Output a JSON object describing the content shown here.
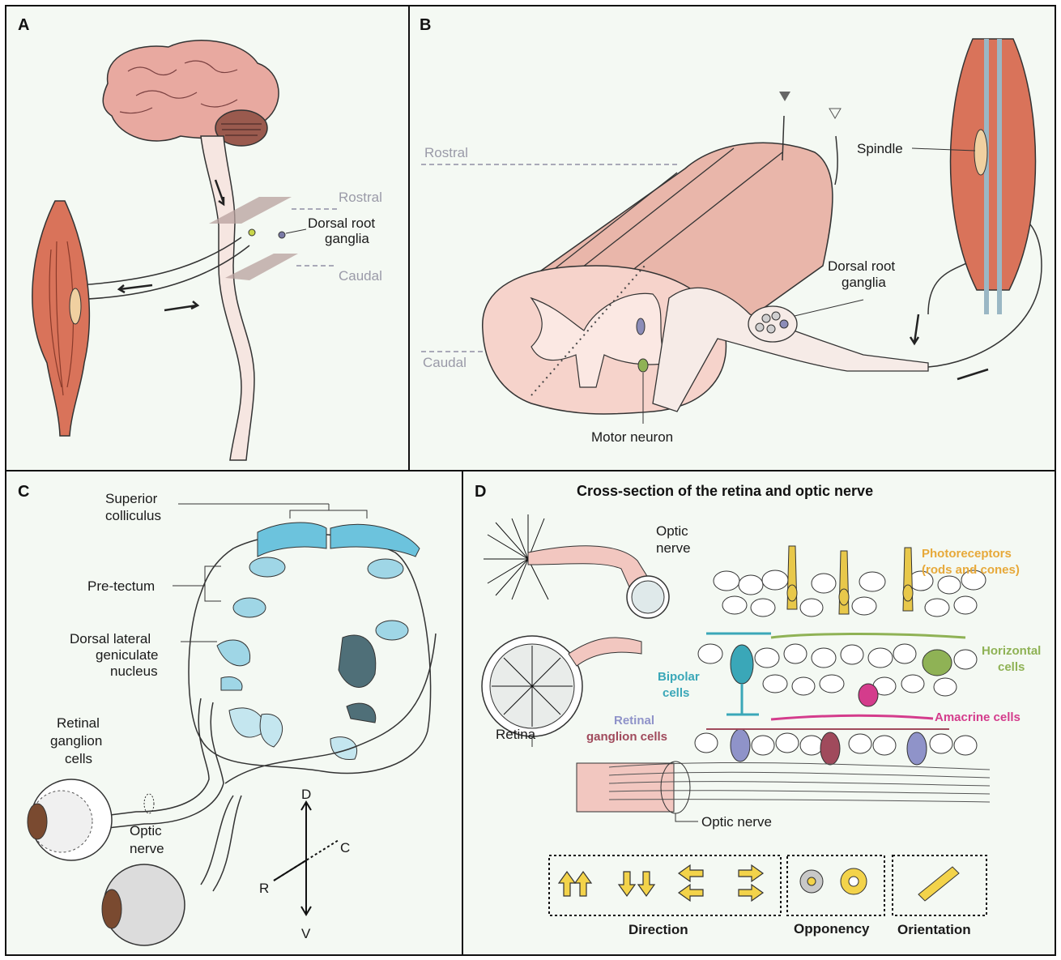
{
  "panels": {
    "a": {
      "letter": "A",
      "rostral": "Rostral",
      "caudal": "Caudal",
      "drg_line1": "Dorsal root",
      "drg_line2": "ganglia"
    },
    "b": {
      "letter": "B",
      "rostral": "Rostral",
      "caudal": "Caudal",
      "spindle": "Spindle",
      "drg_line1": "Dorsal root",
      "drg_line2": "ganglia",
      "motor_neuron": "Motor neuron"
    },
    "c": {
      "letter": "C",
      "superior_colliculus_1": "Superior",
      "superior_colliculus_2": "colliculus",
      "pretectum": "Pre-tectum",
      "dlgn_1": "Dorsal lateral",
      "dlgn_2": "geniculate",
      "dlgn_3": "nucleus",
      "rgc_1": "Retinal",
      "rgc_2": "ganglion",
      "rgc_3": "cells",
      "optic_1": "Optic",
      "optic_2": "nerve",
      "axis_d": "D",
      "axis_v": "V",
      "axis_r": "R",
      "axis_c": "C"
    },
    "d": {
      "letter": "D",
      "title": "Cross-section of the retina and optic nerve",
      "optic_1": "Optic",
      "optic_2": "nerve",
      "retina": "Retina",
      "photoreceptors_1": "Photoreceptors",
      "photoreceptors_2": "(rods and cones)",
      "horizontal_1": "Horizontal",
      "horizontal_2": "cells",
      "bipolar_1": "Bipolar",
      "bipolar_2": "cells",
      "amacrine": "Amacrine cells",
      "rgc_1": "Retinal",
      "rgc_2": "ganglion cells",
      "optic_nerve_bottom": "Optic nerve",
      "legend": {
        "direction": "Direction",
        "opponency": "Opponency",
        "orientation": "Orientation"
      }
    }
  },
  "colors": {
    "muscle": "#d9735a",
    "brain": "#e8a9a0",
    "cord": "#e9b6aa",
    "colliculus": "#6cc3dd",
    "pretectum": "#9fd6e6",
    "lgn_dark": "#4f6f78",
    "photoreceptor": "#e8c84a",
    "bipolar": "#3aa7b8",
    "horizontal": "#8fb255",
    "amacrine": "#d43c8c",
    "rgc_blue": "#8f93c9",
    "rgc_red": "#a04a5c",
    "legend_yellow": "#f3d34a",
    "label_grey": "#9a9aa8"
  }
}
